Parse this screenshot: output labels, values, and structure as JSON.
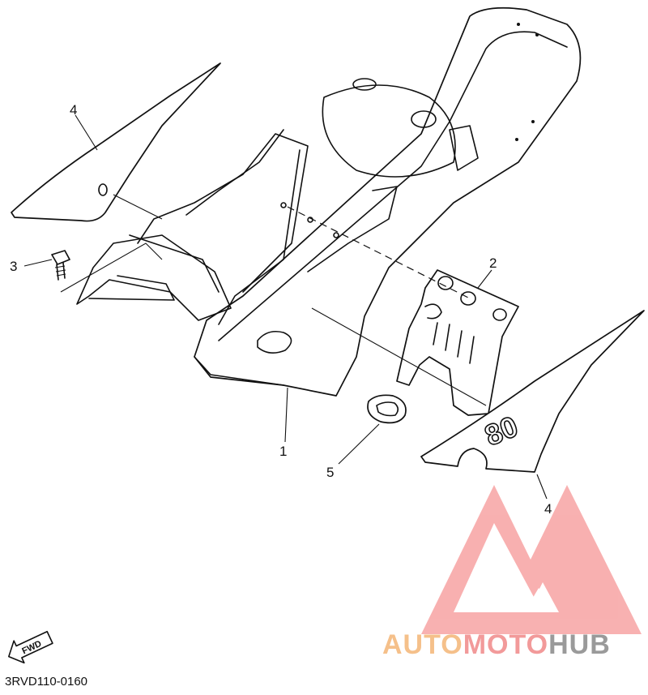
{
  "callouts": [
    {
      "id": "1",
      "label": "1"
    },
    {
      "id": "2",
      "label": "2"
    },
    {
      "id": "3",
      "label": "3"
    },
    {
      "id": "4a",
      "label": "4"
    },
    {
      "id": "4b",
      "label": "4"
    },
    {
      "id": "5",
      "label": "5"
    }
  ],
  "decal_text": "80",
  "fwd_label": "FWD",
  "diagram_code": "3RVD110-0160",
  "watermark": {
    "part1": "AUTO",
    "part2": "MOTO",
    "part3": "HUB",
    "colors": {
      "part1": "#f5c08a",
      "part2": "#f29a9a",
      "part3": "#9a9a9a",
      "logo": "#f7a3a3"
    }
  }
}
